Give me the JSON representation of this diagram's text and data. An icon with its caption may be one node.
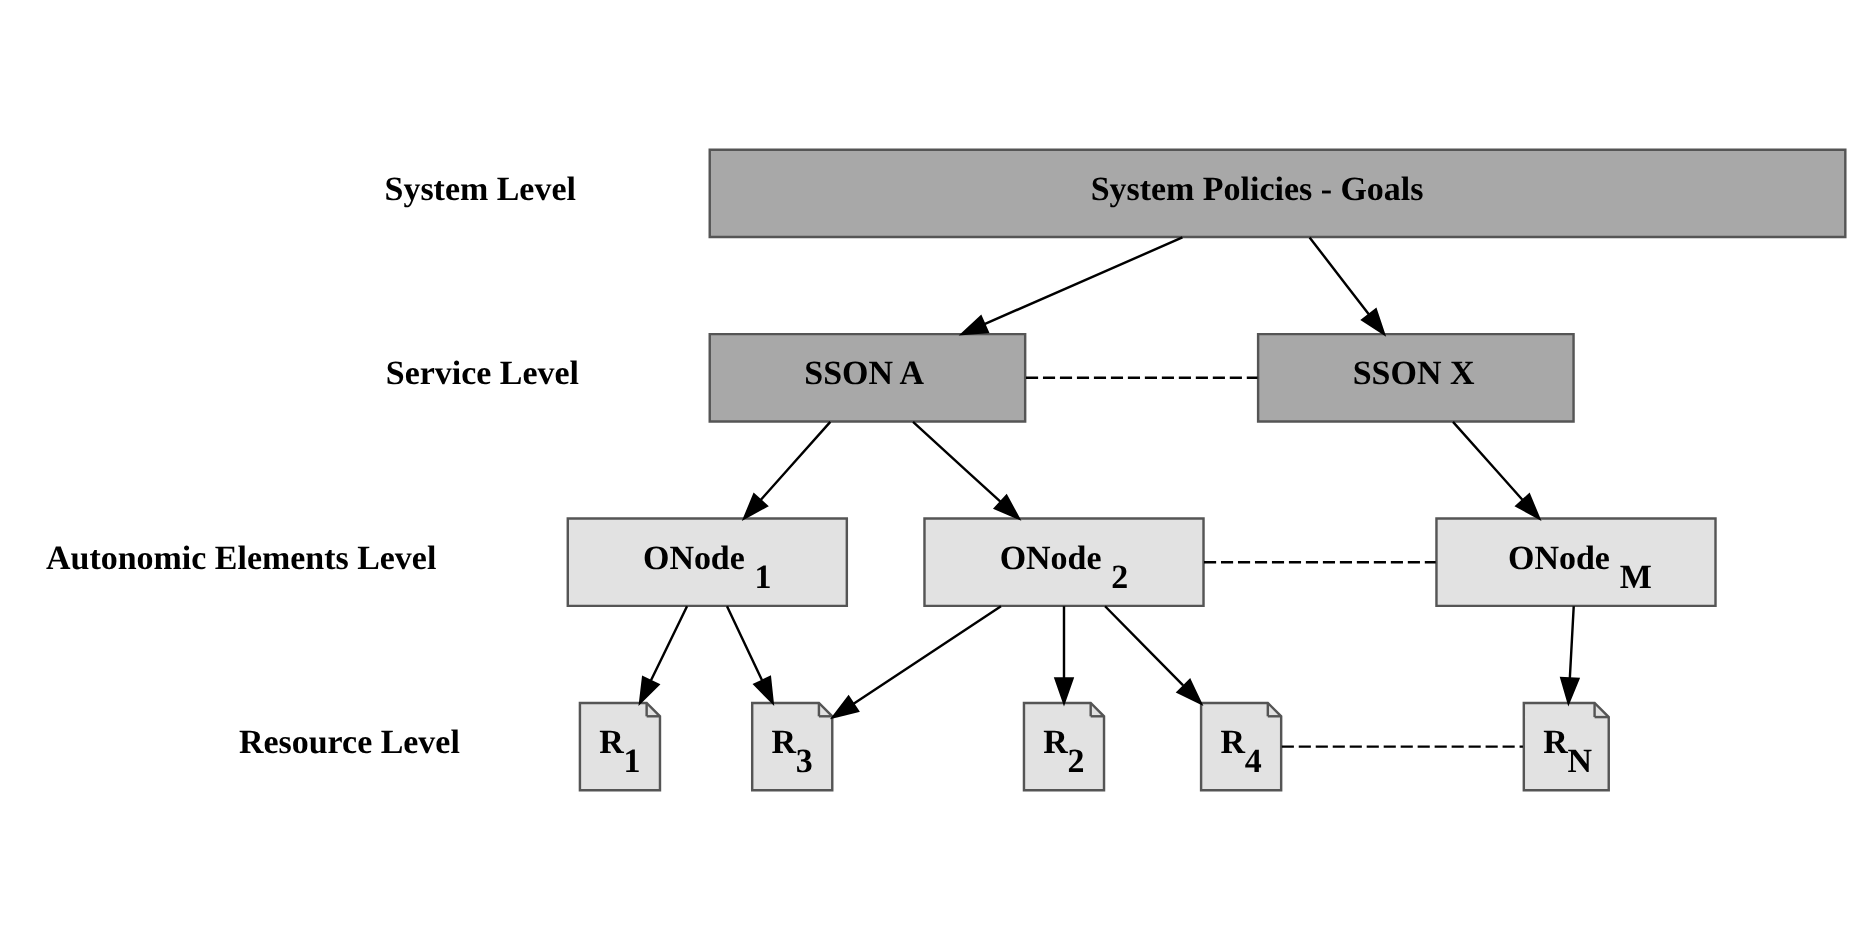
{
  "diagram": {
    "nodes": [
      {
        "text": [
          "System Policies - Goals"
        ]
      },
      {
        "text": [
          "SSON A"
        ]
      },
      {
        "text": [
          "SSON X"
        ]
      },
      {
        "text": [
          "ONode$_{1}$"
        ]
      },
      {
        "text": [
          "ONode$_{2}$"
        ]
      },
      {
        "text": [
          "ONode$_{M}$"
        ]
      },
      {
        "text": [
          "R$_{1}$"
        ]
      },
      {
        "text": [
          "R$_{2}$"
        ]
      },
      {
        "text": [
          "R$_{3}$"
        ]
      },
      {
        "text": [
          "R$_{4}$"
        ]
      },
      {
        "text": [
          "R$_{N}$"
        ]
      }
    ],
    "edges": [
      {
        "from": 0,
        "to": 1,
        "arrow": "to"
      },
      {
        "from": 0,
        "to": 2,
        "arrow": "to"
      },
      {
        "from": 1,
        "to": 2,
        "arrow": "none",
        "style": "dashed"
      },
      {
        "from": 1,
        "to": 3,
        "arrow": "to"
      },
      {
        "from": 1,
        "to": 4,
        "arrow": "to"
      },
      {
        "from": 2,
        "to": 5,
        "arrow": "to"
      },
      {
        "from": 4,
        "to": 5,
        "arrow": "none",
        "style": "dashed"
      },
      {
        "from": 3,
        "to": 6,
        "arrow": "to"
      },
      {
        "from": 3,
        "to": 8,
        "arrow": "to"
      },
      {
        "from": 4,
        "to": 7,
        "arrow": "to"
      },
      {
        "from": 4,
        "to": 8,
        "arrow": "to"
      },
      {
        "from": 4,
        "to": 9,
        "arrow": "to"
      },
      {
        "from": 5,
        "to": 10,
        "arrow": "to"
      },
      {
        "from": 9,
        "to": 10,
        "arrow": "none",
        "style": "dashed"
      }
    ],
    "labels": [
      "System Level",
      "Service Level",
      "Autonomic Elements Level",
      "Resource Level"
    ]
  }
}
